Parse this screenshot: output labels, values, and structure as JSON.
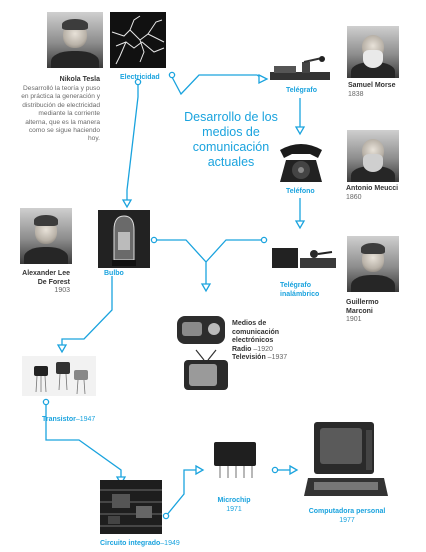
{
  "title": "Desarrollo de los medios de comunicación actuales",
  "tesla": {
    "name": "Nikola Tesla",
    "description": "Desarrolló la teoría y puso en práctica la generación y distribución de electricidad mediante la corriente alterna, que es la manera como se sigue haciendo hoy."
  },
  "nodes": {
    "electricidad": "Electricidad",
    "telegrafo": "Telégrafo",
    "telefono": "Teléfono",
    "telegrafo_inalambrico": "Telégrafo inalámbrico",
    "bulbo": "Bulbo",
    "transistor": {
      "label": "Transistor",
      "year": "–1947"
    },
    "circuito_integrado": {
      "label": "Circuito integrado",
      "year": "–1949"
    },
    "microchip": {
      "label": "Microchip",
      "year": "1971"
    },
    "computadora": {
      "label": "Computadora personal",
      "year": "1977"
    }
  },
  "people": {
    "morse": {
      "name": "Samuel Morse",
      "year": "1838"
    },
    "meucci": {
      "name": "Antonio Meucci",
      "year": "1860"
    },
    "marconi": {
      "name": "Guillermo Marconi",
      "year": "1901"
    },
    "deforest": {
      "name": "Alexander Lee De Forest",
      "year": "1903"
    }
  },
  "electronic_media": {
    "heading": "Medios de comunicación electrónicos",
    "radio": {
      "label": "Radio",
      "year": "–1920"
    },
    "television": {
      "label": "Televisión",
      "year": "–1937"
    }
  },
  "colors": {
    "accent": "#1aa3de",
    "text": "#2b2b2b",
    "muted": "#6a6a6a"
  }
}
